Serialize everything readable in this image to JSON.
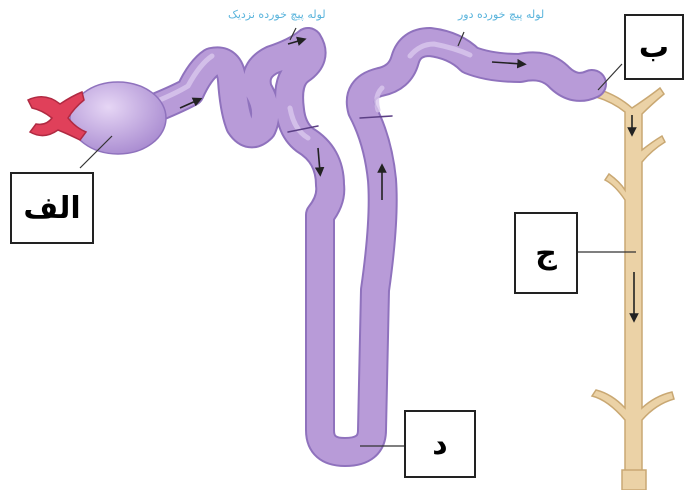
{
  "labels": {
    "proximal_tubule": "لوله پیچ خورده نزدیک",
    "distal_tubule": "لوله پیچ خورده دور"
  },
  "boxes": {
    "alef": "الف",
    "be": "ب",
    "jim": "ج",
    "dal": "د"
  },
  "colors": {
    "tubule": "#b89bd8",
    "tubule_outline": "#8f72bd",
    "collecting_duct": "#ebd2a6",
    "duct_outline": "#c9a873",
    "glomerulus": "#e0405a",
    "arrow": "#222222",
    "label_text": "#5ab4dc"
  }
}
